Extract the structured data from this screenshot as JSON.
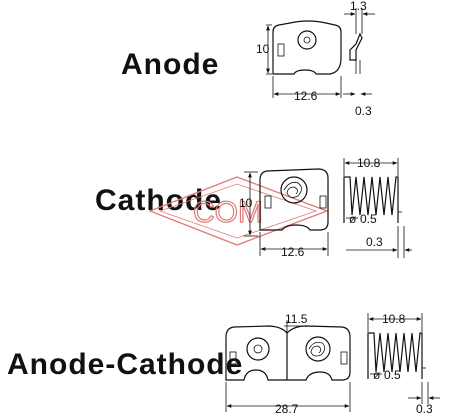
{
  "labels": {
    "anode": "Anode",
    "cathode": "Cathode",
    "anode_cathode": "Anode-Cathode"
  },
  "watermark": "COM",
  "dimensions": {
    "anode_height": "10",
    "anode_width": "12.6",
    "anode_tab": "1.3",
    "anode_thickness": "0.3",
    "cathode_height": "10",
    "cathode_width": "12.6",
    "cathode_spring_length": "10.8",
    "cathode_spring_diameter": "0.5",
    "cathode_thickness": "0.3",
    "combo_gap": "11.5",
    "combo_width": "28.7",
    "combo_spring_length": "10.8",
    "combo_spring_diameter": "0.5",
    "combo_thickness": "0.3"
  },
  "colors": {
    "line": "#111111",
    "watermark": "#e07a7a"
  }
}
